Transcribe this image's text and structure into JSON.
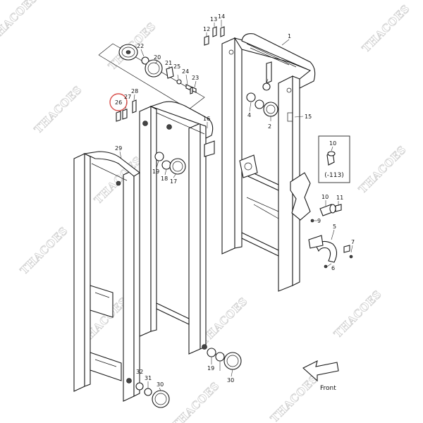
{
  "diagram": {
    "watermark_text": "THACOES",
    "front_label": "Front",
    "page_ref": "(-113)",
    "highlight_color": "#d9534f",
    "line_color": "#1a1a1a",
    "callouts": [
      {
        "id": "1",
        "text": "1"
      },
      {
        "id": "2",
        "text": "2"
      },
      {
        "id": "4",
        "text": "4"
      },
      {
        "id": "5",
        "text": "5"
      },
      {
        "id": "6",
        "text": "6"
      },
      {
        "id": "7",
        "text": "7"
      },
      {
        "id": "9",
        "text": "9"
      },
      {
        "id": "10",
        "text": "10"
      },
      {
        "id": "10b",
        "text": "10"
      },
      {
        "id": "11",
        "text": "11"
      },
      {
        "id": "12",
        "text": "12"
      },
      {
        "id": "13",
        "text": "13"
      },
      {
        "id": "14",
        "text": "14"
      },
      {
        "id": "15",
        "text": "15"
      },
      {
        "id": "16",
        "text": "16"
      },
      {
        "id": "17",
        "text": "17"
      },
      {
        "id": "18",
        "text": "18"
      },
      {
        "id": "19",
        "text": "19"
      },
      {
        "id": "19b",
        "text": "19"
      },
      {
        "id": "20",
        "text": "20"
      },
      {
        "id": "21",
        "text": "21"
      },
      {
        "id": "22",
        "text": "22"
      },
      {
        "id": "23",
        "text": "23"
      },
      {
        "id": "24",
        "text": "24"
      },
      {
        "id": "25",
        "text": "25"
      },
      {
        "id": "26",
        "text": "26"
      },
      {
        "id": "27",
        "text": "27"
      },
      {
        "id": "28",
        "text": "28"
      },
      {
        "id": "29",
        "text": "29"
      },
      {
        "id": "30",
        "text": "30"
      },
      {
        "id": "30b",
        "text": "30"
      },
      {
        "id": "31",
        "text": "31"
      },
      {
        "id": "32",
        "text": "32"
      }
    ]
  }
}
